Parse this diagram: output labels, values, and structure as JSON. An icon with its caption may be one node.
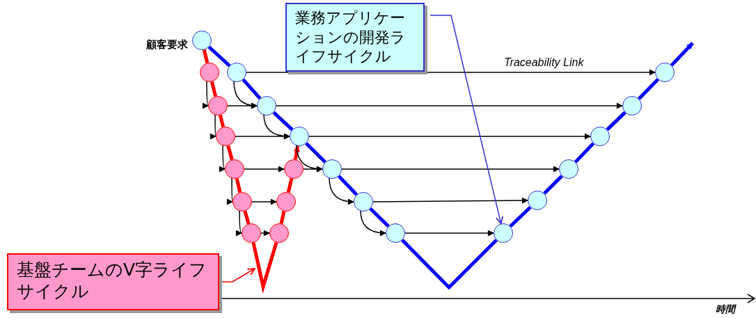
{
  "diagram": {
    "nodes": [
      {
        "text": [
          "業務アプリケーションの開発ライフサイクル"
        ]
      },
      {
        "text": [],
        "shape": "circle",
        "beside": [
          "顧客要求"
        ]
      },
      {
        "text": [],
        "shape": "circle"
      },
      {
        "text": [],
        "shape": "circle"
      },
      {
        "text": [],
        "shape": "circle"
      },
      {
        "text": [],
        "shape": "circle"
      },
      {
        "text": [],
        "shape": "circle"
      },
      {
        "text": [],
        "shape": "circle"
      },
      {
        "text": [],
        "shape": "circle"
      },
      {
        "text": [],
        "shape": "circle"
      },
      {
        "text": [],
        "shape": "circle"
      },
      {
        "text": [],
        "shape": "circle"
      },
      {
        "text": [],
        "shape": "circle"
      },
      {
        "text": [],
        "shape": "circle"
      },
      {
        "text": [],
        "shape": "circle"
      },
      {
        "text": [],
        "shape": "circle"
      },
      {
        "text": [],
        "shape": "circle"
      },
      {
        "text": [],
        "shape": "circle"
      },
      {
        "text": [],
        "shape": "circle"
      },
      {
        "text": [],
        "shape": "circle"
      },
      {
        "text": [],
        "shape": "circle"
      },
      {
        "text": [],
        "shape": "circle"
      },
      {
        "text": [],
        "shape": "circle"
      },
      {
        "text": [
          "基盤チームのV字ライフサイクル"
        ]
      }
    ],
    "edges": [
      {
        "from": 1,
        "to": 2,
        "arrow": "none",
        "style": "thick",
        "color": "#0000ff"
      },
      {
        "from": 2,
        "to": 3,
        "arrow": "none",
        "style": "thick",
        "color": "#0000ff"
      },
      {
        "from": 3,
        "to": 4,
        "arrow": "none",
        "style": "thick",
        "color": "#0000ff"
      },
      {
        "from": 4,
        "to": 5,
        "arrow": "none",
        "style": "thick",
        "color": "#0000ff"
      },
      {
        "from": 5,
        "to": 6,
        "arrow": "none",
        "style": "thick",
        "color": "#0000ff"
      },
      {
        "from": 6,
        "to": 7,
        "arrow": "none",
        "style": "thick",
        "color": "#0000ff"
      },
      {
        "from": 7,
        "to": 8,
        "arrow": "none",
        "style": "thick",
        "color": "#0000ff"
      },
      {
        "from": 8,
        "to": 9,
        "arrow": "none",
        "style": "thick",
        "color": "#0000ff"
      },
      {
        "from": 9,
        "to": 10,
        "arrow": "none",
        "style": "thick",
        "color": "#0000ff"
      },
      {
        "from": 10,
        "to": 11,
        "arrow": "none",
        "style": "thick",
        "color": "#0000ff"
      },
      {
        "from": 11,
        "to": 12,
        "arrow": "none",
        "style": "thick",
        "color": "#0000ff"
      },
      {
        "from": 12,
        "to": 13,
        "arrow": "none",
        "style": "thick",
        "color": "#0000ff"
      },
      {
        "from": 13,
        "to": null,
        "arrow": "to",
        "style": "thick",
        "color": "#0000ff"
      },
      {
        "from": 1,
        "to": 14,
        "arrow": "none",
        "style": "thick",
        "color": "#ff0000"
      },
      {
        "from": 14,
        "to": 15,
        "arrow": "none",
        "style": "thick",
        "color": "#ff0000"
      },
      {
        "from": 15,
        "to": 16,
        "arrow": "none",
        "style": "thick",
        "color": "#ff0000"
      },
      {
        "from": 16,
        "to": 17,
        "arrow": "none",
        "style": "thick",
        "color": "#ff0000"
      },
      {
        "from": 17,
        "to": 18,
        "arrow": "none",
        "style": "thick",
        "color": "#ff0000"
      },
      {
        "from": 18,
        "to": 19,
        "arrow": "none",
        "style": "thick",
        "color": "#ff0000"
      },
      {
        "from": 19,
        "to": 20,
        "arrow": "none",
        "style": "thick",
        "color": "#ff0000"
      },
      {
        "from": 20,
        "to": 21,
        "arrow": "none",
        "style": "thick",
        "color": "#ff0000"
      },
      {
        "from": 21,
        "to": 22,
        "arrow": "none",
        "style": "thick",
        "color": "#ff0000"
      },
      {
        "from": 22,
        "to": 4,
        "arrow": "to",
        "style": "thick",
        "color": "#ff0000"
      },
      {
        "from": 2,
        "to": 13,
        "arrow": "to",
        "label": "Traceability Link"
      },
      {
        "from": 3,
        "to": 12,
        "arrow": "to"
      },
      {
        "from": 4,
        "to": 11,
        "arrow": "to"
      },
      {
        "from": 5,
        "to": 10,
        "arrow": "to"
      },
      {
        "from": 6,
        "to": 9,
        "arrow": "to"
      },
      {
        "from": 7,
        "to": 8,
        "arrow": "to"
      },
      {
        "from": 15,
        "to": 3,
        "arrow": "to"
      },
      {
        "from": 16,
        "to": 4,
        "arrow": "to"
      },
      {
        "from": 17,
        "to": 22,
        "arrow": "to"
      },
      {
        "from": 22,
        "to": 5,
        "arrow": "to"
      },
      {
        "from": 18,
        "to": 21,
        "arrow": "to"
      },
      {
        "from": 19,
        "to": 20,
        "arrow": "to"
      },
      {
        "from": 14,
        "to": 15,
        "arrow": "to"
      },
      {
        "from": 15,
        "to": 16,
        "arrow": "to"
      },
      {
        "from": 16,
        "to": 17,
        "arrow": "to"
      },
      {
        "from": 17,
        "to": 18,
        "arrow": "to"
      },
      {
        "from": 18,
        "to": 19,
        "arrow": "to"
      },
      {
        "from": 2,
        "to": 3,
        "arrow": "to"
      },
      {
        "from": 3,
        "to": 4,
        "arrow": "to"
      },
      {
        "from": 4,
        "to": 5,
        "arrow": "to"
      },
      {
        "from": 5,
        "to": 6,
        "arrow": "to"
      },
      {
        "from": 6,
        "to": 7,
        "arrow": "to"
      },
      {
        "from": 0,
        "to": 8,
        "arrow": "to",
        "color": "#3333cc"
      },
      {
        "from": 23,
        "to": null,
        "arrow": "to",
        "color": "#ff0000"
      }
    ],
    "labels": [
      "時間"
    ]
  }
}
